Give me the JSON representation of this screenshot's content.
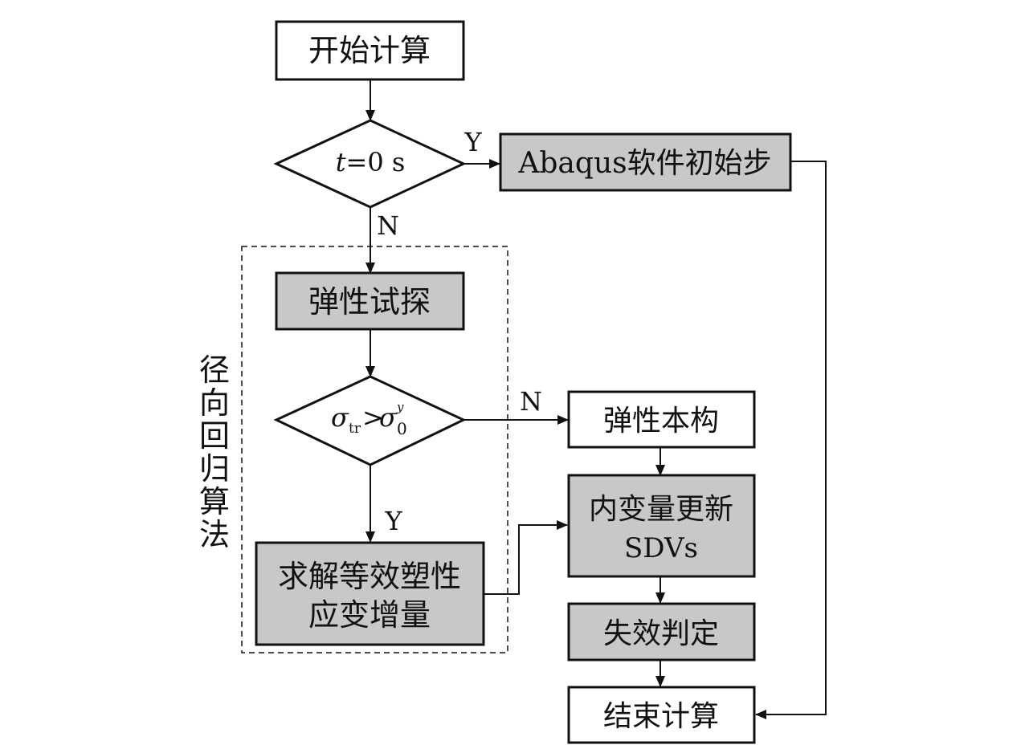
{
  "nodes": {
    "start": "开始计算",
    "decision_time": {
      "var": "t",
      "rest": "=0 s"
    },
    "abaqus_init": "Abaqus软件初始步",
    "elastic_trial": "弹性试探",
    "decision_yield": {
      "sigma": "σ",
      "sub_tr": "tr",
      "gt": ">",
      "sup_y": "y",
      "sub_0": "0"
    },
    "elastic_constitutive": "弹性本构",
    "solve_plastic_line1": "求解等效塑性",
    "solve_plastic_line2": "应变增量",
    "update_sdv_line1": "内变量更新",
    "update_sdv_line2": "SDVs",
    "failure_check": "失效判定",
    "end": "结束计算"
  },
  "edge_labels": {
    "time_yes": "Y",
    "time_no": "N",
    "yield_no": "N",
    "yield_yes": "Y"
  },
  "group_label": [
    "径",
    "向",
    "回",
    "归",
    "算",
    "法"
  ],
  "colors": {
    "shaded_fill": "#c8c8c8",
    "plain_fill": "#ffffff",
    "stroke": "#111111"
  }
}
